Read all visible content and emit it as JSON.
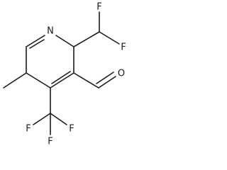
{
  "molecule": {
    "atoms": {
      "ring_nitrogen": "N",
      "difluoromethyl_f_upper": "F",
      "difluoromethyl_f_right": "F",
      "aldehyde_oxygen": "O",
      "trifluoromethyl_f_left": "F",
      "trifluoromethyl_f_right": "F",
      "trifluoromethyl_f_bottom": "F"
    }
  }
}
